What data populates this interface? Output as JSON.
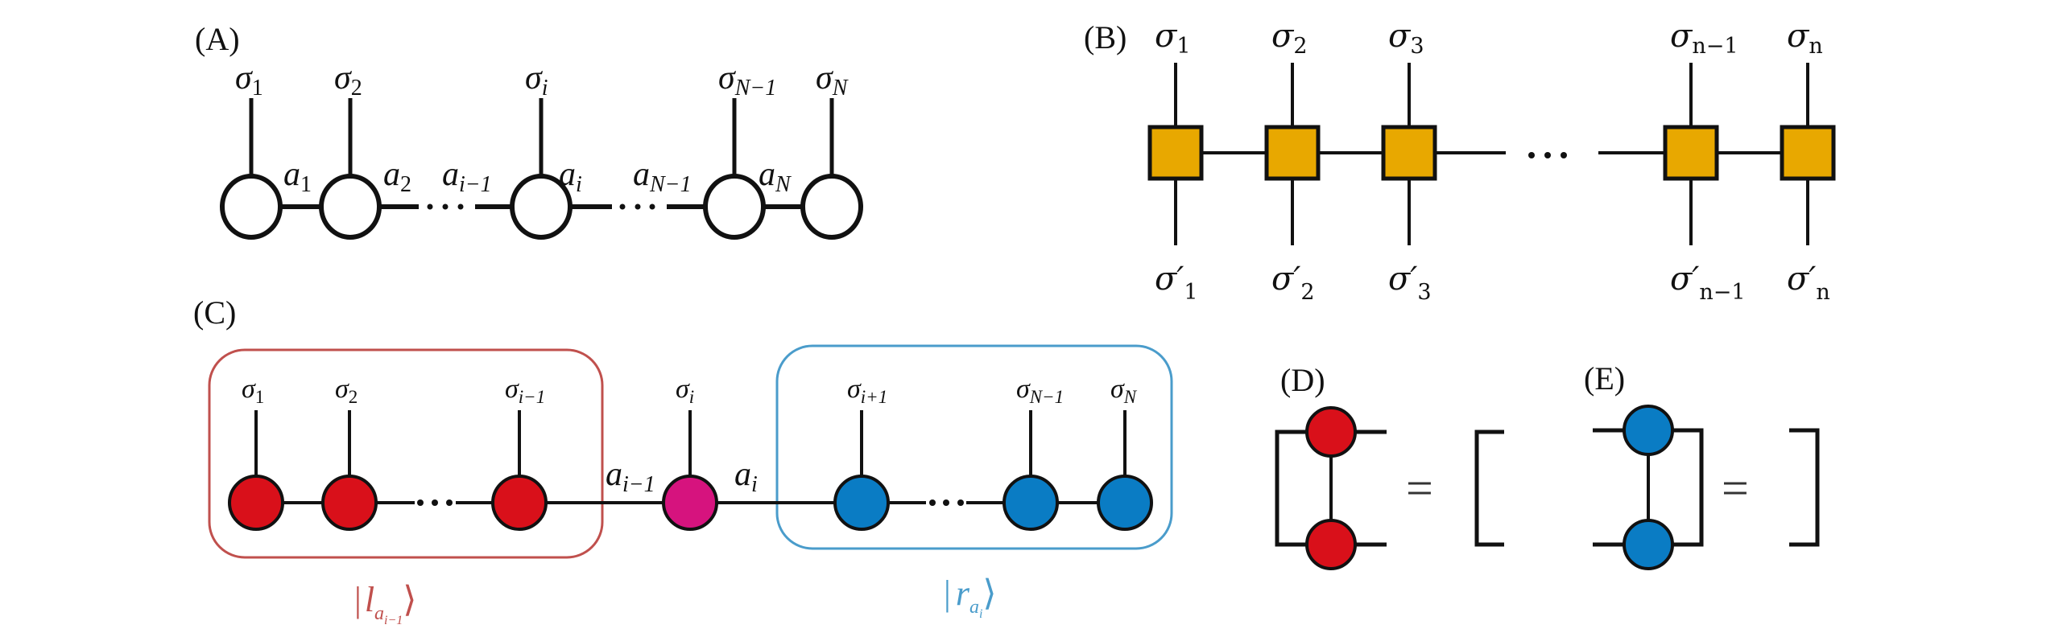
{
  "colors": {
    "ink": "#111111",
    "mpo_square": "#E8A800",
    "left_site": "#D9101A",
    "center_site": "#D6137E",
    "right_site": "#0A7CC4",
    "left_box": "#C0504D",
    "right_box": "#4A9CCB",
    "node_empty": "#FFFFFF"
  },
  "panels": {
    "A": {
      "label": "(A)",
      "description": "Matrix product state chain",
      "physical": [
        {
          "base": "σ",
          "sub": "1",
          "sub_italic": false
        },
        {
          "base": "σ",
          "sub": "2",
          "sub_italic": false
        },
        {
          "base": "σ",
          "sub": "i",
          "sub_italic": true
        },
        {
          "base": "σ",
          "sub": "N−1",
          "sub_italic": true
        },
        {
          "base": "σ",
          "sub": "N",
          "sub_italic": true
        }
      ],
      "bonds": [
        {
          "base": "a",
          "sub": "1"
        },
        {
          "base": "a",
          "sub": "2"
        },
        {
          "base": "a",
          "sub": "i−1"
        },
        {
          "base": "a",
          "sub": "i"
        },
        {
          "base": "a",
          "sub": "N−1"
        },
        {
          "base": "a",
          "sub": "N"
        }
      ],
      "ellipsis": "···"
    },
    "B": {
      "label": "(B)",
      "description": "Matrix product operator chain",
      "top": [
        {
          "base": "σ",
          "sub": "1"
        },
        {
          "base": "σ",
          "sub": "2"
        },
        {
          "base": "σ",
          "sub": "3"
        },
        {
          "base": "σ",
          "sub": "n−1"
        },
        {
          "base": "σ",
          "sub": "n"
        }
      ],
      "bottom": [
        {
          "base": "σ′",
          "sub": "1"
        },
        {
          "base": "σ′",
          "sub": "2"
        },
        {
          "base": "σ′",
          "sub": "3"
        },
        {
          "base": "σ′",
          "sub": "n−1"
        },
        {
          "base": "σ′",
          "sub": "n"
        }
      ],
      "ellipsis": "···"
    },
    "C": {
      "label": "(C)",
      "description": "Mixed-canonical MPS with left and right blocks",
      "left_sites": [
        {
          "base": "σ",
          "sub": "1"
        },
        {
          "base": "σ",
          "sub": "2"
        },
        {
          "base": "σ",
          "sub": "i−1"
        }
      ],
      "center_site": {
        "base": "σ",
        "sub": "i"
      },
      "right_sites": [
        {
          "base": "σ",
          "sub": "i+1"
        },
        {
          "base": "σ",
          "sub": "N−1"
        },
        {
          "base": "σ",
          "sub": "N"
        }
      ],
      "bond_left": {
        "base": "a",
        "sub": "i−1"
      },
      "bond_right": {
        "base": "a",
        "sub": "i"
      },
      "left_block_label": {
        "bar": "|",
        "base": "l",
        "sub_base": "a",
        "sub_sub": "i−1",
        "close": "⟩"
      },
      "right_block_label": {
        "bar": "|",
        "base": "r",
        "sub_base": "a",
        "sub_sub": "i",
        "close": "⟩"
      },
      "ellipsis": "···"
    },
    "D": {
      "label": "(D)",
      "description": "Left-normalization identity",
      "equals": "="
    },
    "E": {
      "label": "(E)",
      "description": "Right-normalization identity",
      "equals": "="
    }
  }
}
